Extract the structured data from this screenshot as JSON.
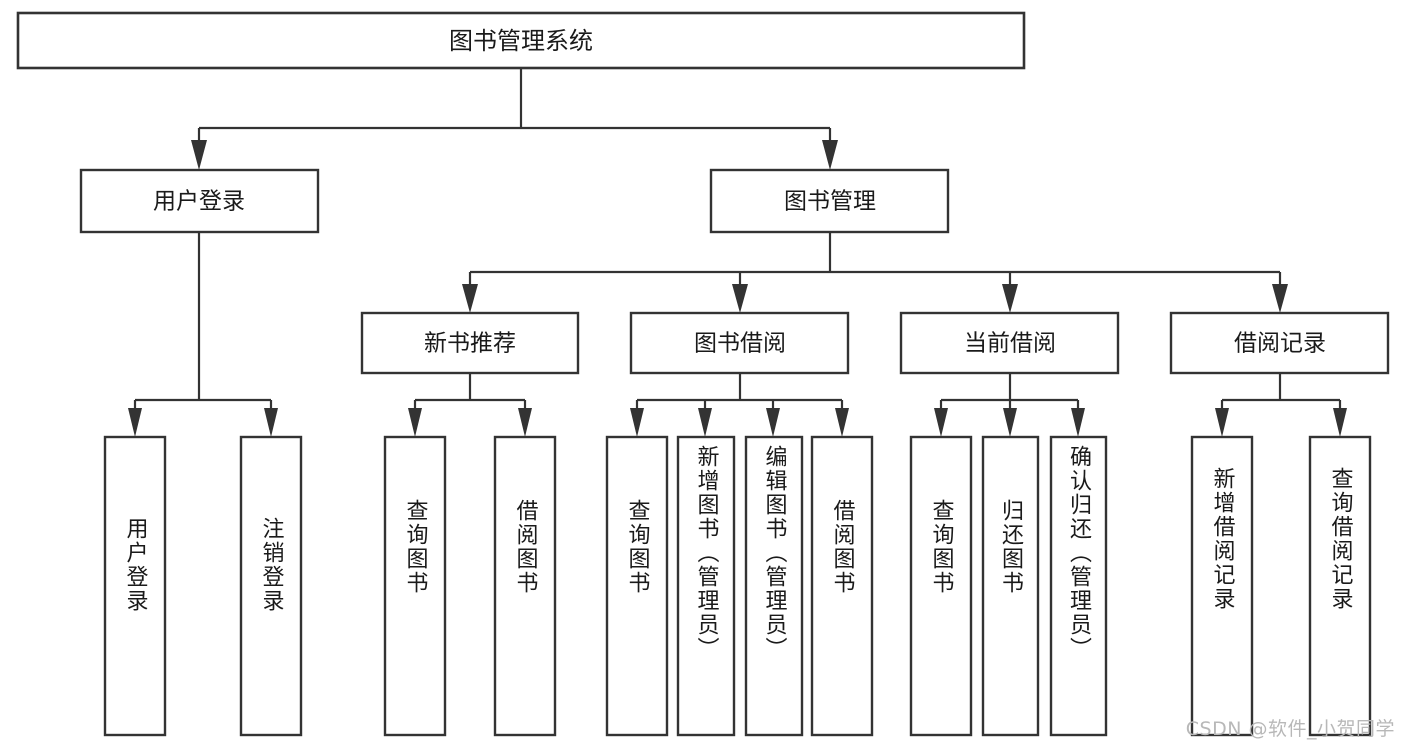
{
  "diagram": {
    "kind": "function-structure-tree",
    "title": "图书管理系统",
    "watermark": "CSDN @软件_小贺同学",
    "colors": {
      "background": "#ffffff",
      "box_stroke": "#333333",
      "box_fill": "#ffffff",
      "text": "#1a1a1a",
      "watermark": "#b8b8b8"
    },
    "root": {
      "label": "图书管理系统"
    },
    "level2": [
      {
        "label": "用户登录"
      },
      {
        "label": "图书管理"
      }
    ],
    "level3": [
      {
        "label": "新书推荐"
      },
      {
        "label": "图书借阅"
      },
      {
        "label": "当前借阅"
      },
      {
        "label": "借阅记录"
      }
    ],
    "leaf_groups": [
      {
        "parent": "用户登录",
        "leaves": [
          {
            "label": "用户登录"
          },
          {
            "label": "注销登录"
          }
        ]
      },
      {
        "parent": "新书推荐",
        "leaves": [
          {
            "label": "查询图书"
          },
          {
            "label": "借阅图书"
          }
        ]
      },
      {
        "parent": "图书借阅",
        "leaves": [
          {
            "label": "查询图书"
          },
          {
            "label": "新增图书（管理员）"
          },
          {
            "label": "编辑图书（管理员）"
          },
          {
            "label": "借阅图书"
          }
        ]
      },
      {
        "parent": "当前借阅",
        "leaves": [
          {
            "label": "查询图书"
          },
          {
            "label": "归还图书"
          },
          {
            "label": "确认归还（管理员）"
          }
        ]
      },
      {
        "parent": "借阅记录",
        "leaves": [
          {
            "label": "新增借阅记录"
          },
          {
            "label": "查询借阅记录"
          }
        ]
      }
    ]
  }
}
